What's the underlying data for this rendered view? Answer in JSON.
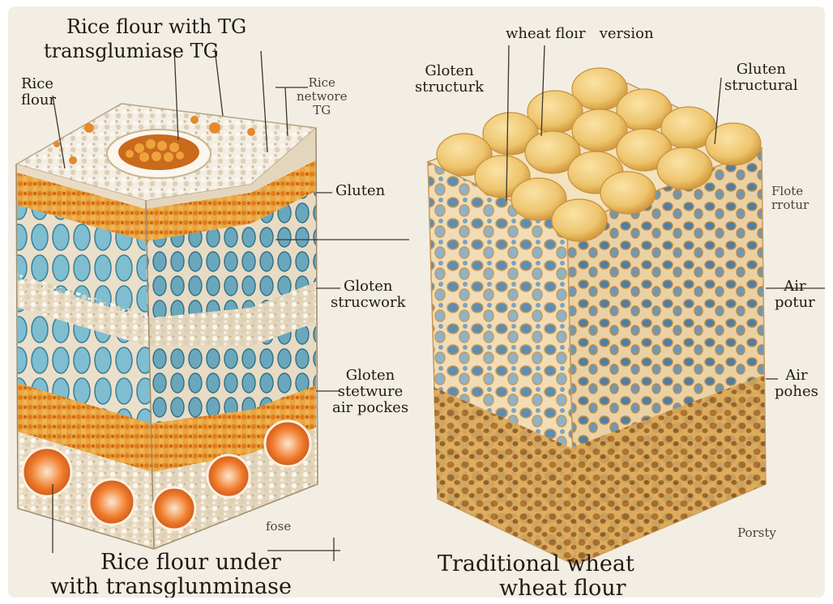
{
  "left_block": {
    "title_line1": "Rice flour with TG",
    "title_line2": "transglumiase TG",
    "label_rice_flour": "Rice\nflour",
    "label_rice_network": "Rice\nnetwore\nTG",
    "label_gluten": "Gluten",
    "label_gluten_structure_1": "Gloten\nstrucwork",
    "label_gluten_structure_2": "Gloten\nstetwure\nair pockes",
    "label_fose": "fose",
    "caption_line1": "Rice flour under",
    "caption_line2": "with transglunminase"
  },
  "right_block": {
    "title": "wheat floır   version",
    "label_gluten_left": "Gloten\nstructurk",
    "label_gluten_right": "Gluten\nstructural",
    "label_flote": "Flote\nrrotur",
    "label_air_1": "Air\npotur",
    "label_air_2": "Air\npohes",
    "label_porosity": "Porsty",
    "caption_line1": "Traditional wheat",
    "caption_line2": "wheat flour"
  },
  "colors": {
    "background": "#f3eee4",
    "rice_top": "#e9dfcc",
    "orange_layer": "#e08a2a",
    "blue_cells": "#6fb2c9",
    "bread_crumb": "#f2dcb5",
    "dough_balls": "#f0c878"
  }
}
